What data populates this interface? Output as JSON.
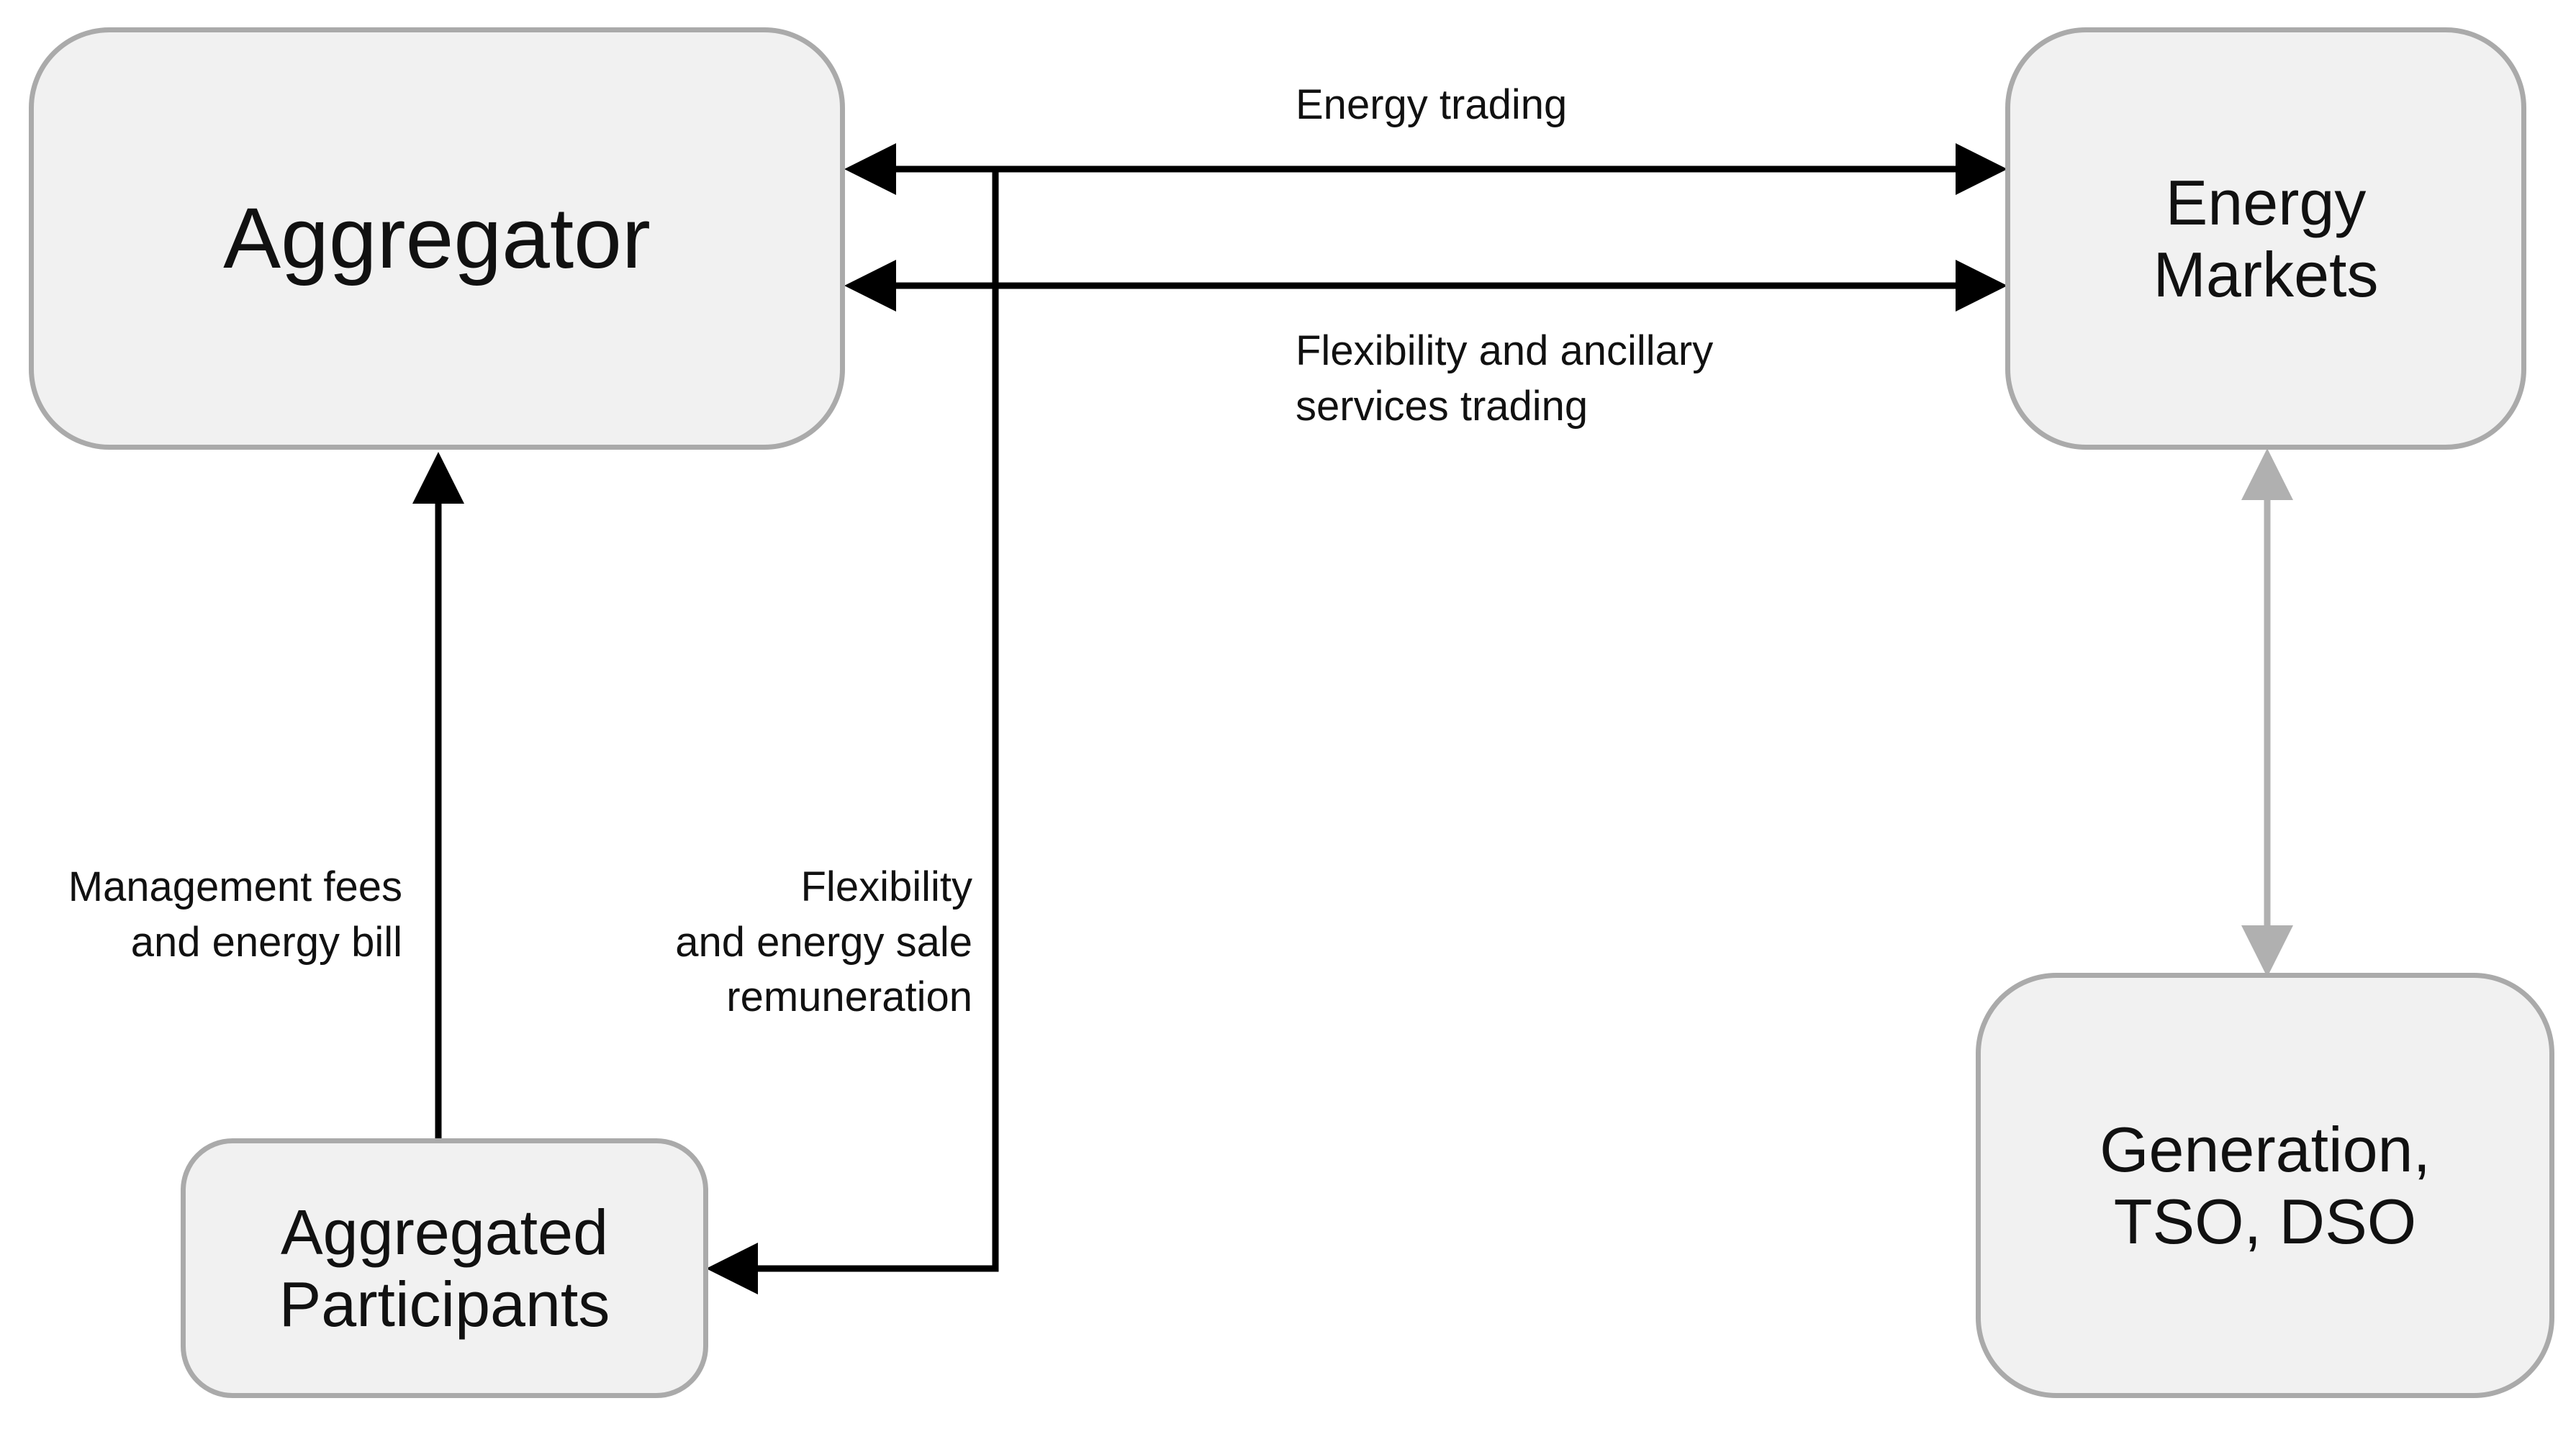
{
  "nodes": {
    "aggregator": {
      "title": "Aggregator"
    },
    "energy_markets": {
      "title": "Energy\nMarkets"
    },
    "aggregated_participants": {
      "title": "Aggregated\nParticipants"
    },
    "generation": {
      "title": "Generation,\nTSO, DSO"
    }
  },
  "edges": {
    "energy_trading": "Energy trading",
    "flexibility_trading": "Flexibility and ancillary\nservices trading",
    "management_fees": "Management fees\nand energy bill",
    "flexibility_remuneration": "Flexibility\nand energy sale\nremuneration"
  },
  "colors": {
    "box_fill": "#f1f1f1",
    "box_border": "#aaaaaa",
    "arrow_dark": "#000000",
    "arrow_light": "#b0b0b0"
  }
}
